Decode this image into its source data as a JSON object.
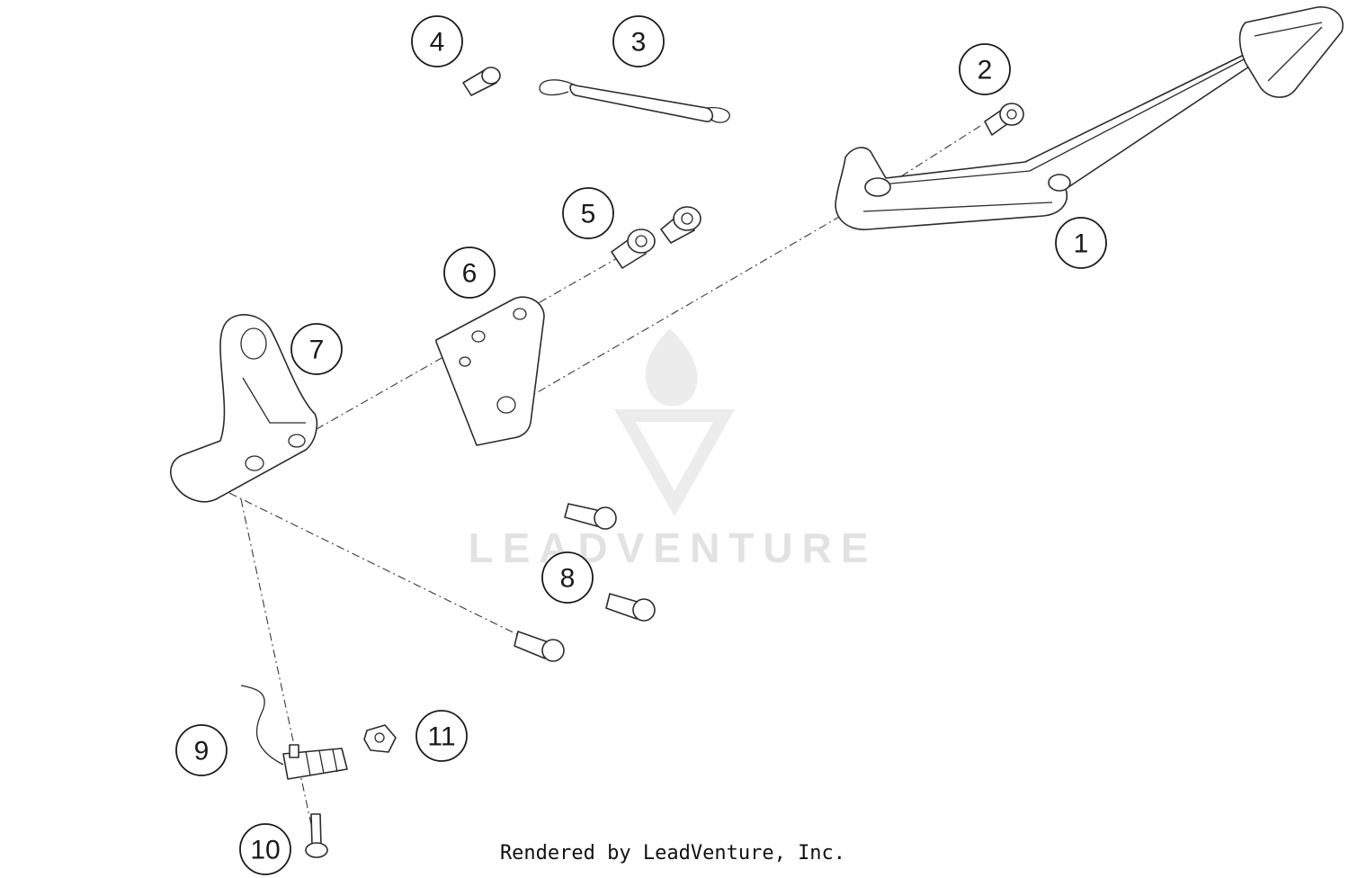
{
  "watermark": {
    "text": "LEADVENTURE"
  },
  "footer": {
    "text": "Rendered by LeadVenture, Inc."
  },
  "callouts": [
    "1",
    "2",
    "3",
    "4",
    "5",
    "6",
    "7",
    "8",
    "9",
    "10",
    "11"
  ],
  "colors": {
    "line": "#2b2b2b",
    "watermark": "#e2e2e2",
    "background": "#ffffff"
  }
}
